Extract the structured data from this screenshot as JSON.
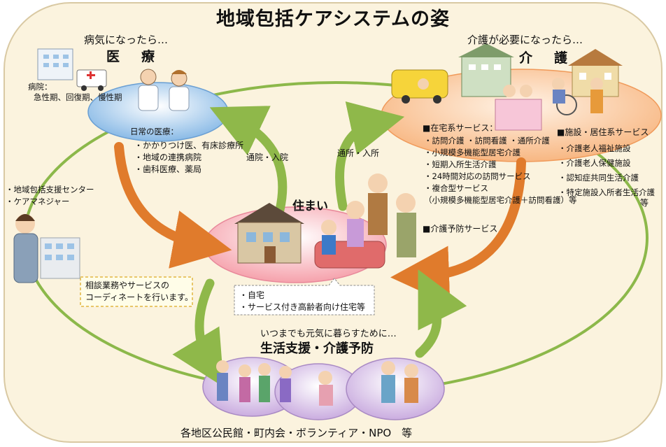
{
  "title": "地域包括ケアシステムの姿",
  "medical": {
    "subtitle": "病気になったら…",
    "heading": "医　療",
    "hospital_label": "病院：",
    "hospital_types": "急性期、回復期、慢性期",
    "daily_label": "日常の医療：",
    "daily_items": [
      "・かかりつけ医、有床診療所",
      "・地域の連携病院",
      "・歯科医療、薬局"
    ]
  },
  "care": {
    "subtitle": "介護が必要になったら…",
    "heading": "介　護",
    "home_services": {
      "label": "■在宅系サービス：",
      "items": [
        "・訪問介護 ・訪問看護 ・通所介護",
        "・小規模多機能型居宅介護",
        "・短期入所生活介護",
        "・24時間対応の訪問サービス",
        "・複合型サービス",
        "（小規模多機能型居宅介護＋訪問看護）等"
      ]
    },
    "prevention": "■介護予防サービス",
    "facility_services": {
      "label": "■施設・居住系サービス",
      "items": [
        "・介護老人福祉施設",
        "・介護老人保健施設",
        "・認知症共同生活介護",
        "・特定施設入所者生活介護"
      ],
      "suffix": "等"
    }
  },
  "arrows": {
    "hospital": "通院・入院",
    "daycare": "通所・入所"
  },
  "home": {
    "label": "住まい",
    "items": [
      "・自宅",
      "・サービス付き高齢者向け住宅等"
    ]
  },
  "support": {
    "subtitle": "いつまでも元気に暮らすために…",
    "heading": "生活支援・介護予防",
    "bottom": "各地区公民館・町内会・ボランティア・NPO　等"
  },
  "center": {
    "lines": [
      "・地域包括支援センター",
      "・ケアマネジャー"
    ],
    "note": [
      "相談業務やサービスの",
      "コーディネートを行います。"
    ]
  }
}
